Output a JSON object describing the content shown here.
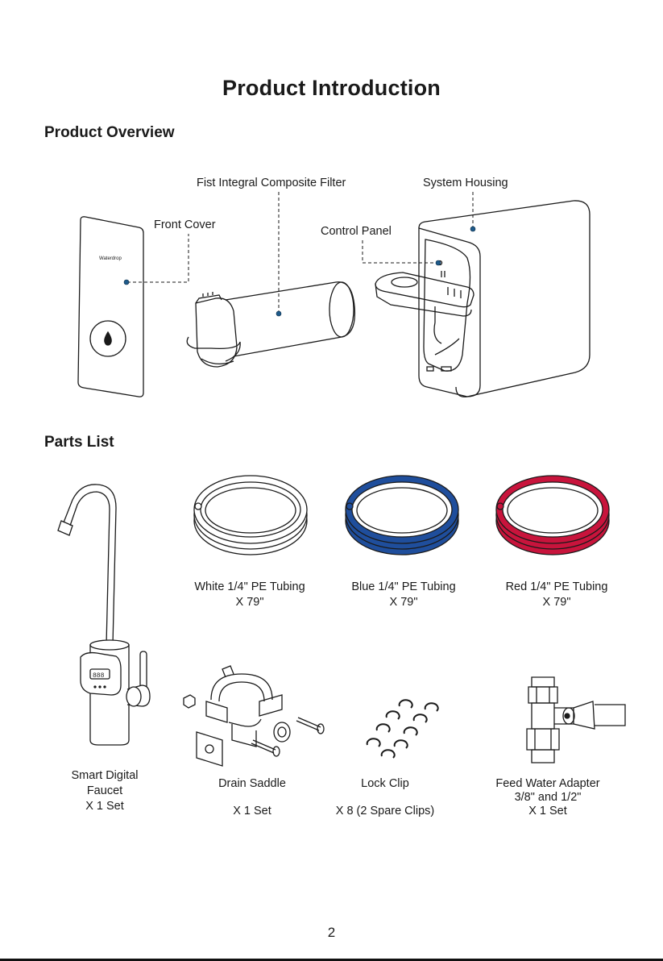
{
  "page": {
    "title": "Product Introduction",
    "page_number": "2"
  },
  "overview": {
    "heading": "Product Overview",
    "brand_mark": "Waterdrop",
    "callouts": {
      "front_cover": "Front Cover",
      "filter": "Fist Integral Composite Filter",
      "control_panel": "Control Panel",
      "housing": "System Housing"
    }
  },
  "parts": {
    "heading": "Parts List",
    "items": [
      {
        "name": "White 1/4\" PE Tubing",
        "qty": "X 79\""
      },
      {
        "name": "Blue 1/4\" PE Tubing",
        "qty": "X 79\""
      },
      {
        "name": "Red 1/4\" PE Tubing",
        "qty": "X 79\""
      },
      {
        "name": "Smart Digital",
        "name2": "Faucet",
        "qty": "X 1 Set"
      },
      {
        "name": "Drain Saddle",
        "qty": "X 1 Set"
      },
      {
        "name": "Lock Clip",
        "qty": "X 8 (2 Spare Clips)"
      },
      {
        "name": "Feed Water Adapter",
        "name2": "3/8\" and 1/2\"",
        "qty": "X 1 Set"
      }
    ]
  },
  "colors": {
    "tube_white": "#ffffff",
    "tube_blue": "#1f4e9c",
    "tube_red": "#c8143c",
    "dot": "#1e5a8a",
    "line": "#1a1a1a"
  }
}
